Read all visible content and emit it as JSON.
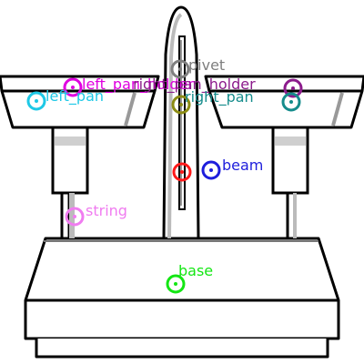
{
  "labels": [
    {
      "id": "pivet",
      "text": "pivet",
      "color": "#7f7f7f"
    },
    {
      "id": "left_pan_holder",
      "text": "left_pan_holder",
      "color": "#e000e0"
    },
    {
      "id": "right_pan_holder",
      "text": "right_pan_holder",
      "color": "#8c1c8c"
    },
    {
      "id": "left_pan",
      "text": "left_pan",
      "color": "#1ec8e6"
    },
    {
      "id": "right_pan",
      "text": "right_pan",
      "color": "#168c8c"
    },
    {
      "id": "pivot_marker",
      "text": "",
      "color": "#8c8c14"
    },
    {
      "id": "beam",
      "text": "beam",
      "color": "#1e1edc"
    },
    {
      "id": "beam_center",
      "text": "",
      "color": "#ff1a1a"
    },
    {
      "id": "string",
      "text": "string",
      "color": "#f07cf0"
    },
    {
      "id": "base",
      "text": "base",
      "color": "#14e614"
    }
  ]
}
